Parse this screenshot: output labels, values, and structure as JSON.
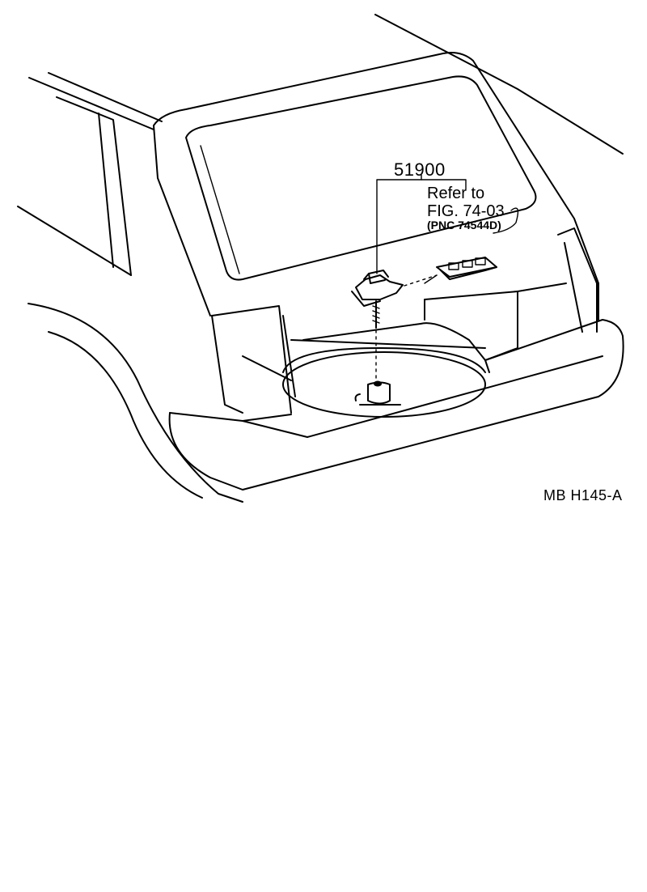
{
  "callouts": {
    "part_number": "51900",
    "reference_line1": "Refer to",
    "reference_line2": "FIG. 74-03",
    "reference_line3": "(PNC 74544D)"
  },
  "figure_code": "MB  H145-A"
}
